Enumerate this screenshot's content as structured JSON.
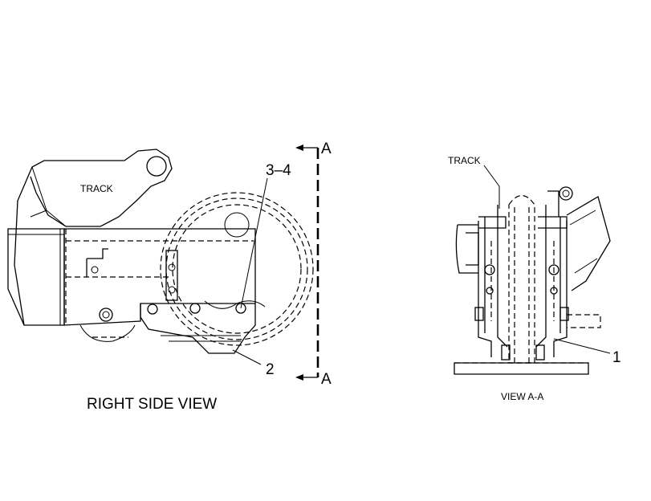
{
  "drawing": {
    "left_view": {
      "track_label": "TRACK",
      "callout_3_4": "3–4",
      "callout_2": "2",
      "caption": "RIGHT SIDE VIEW"
    },
    "section_markers": {
      "top": "A",
      "bottom": "A"
    },
    "right_view": {
      "track_label": "TRACK",
      "callout_1": "1",
      "caption": "VIEW A-A"
    }
  }
}
